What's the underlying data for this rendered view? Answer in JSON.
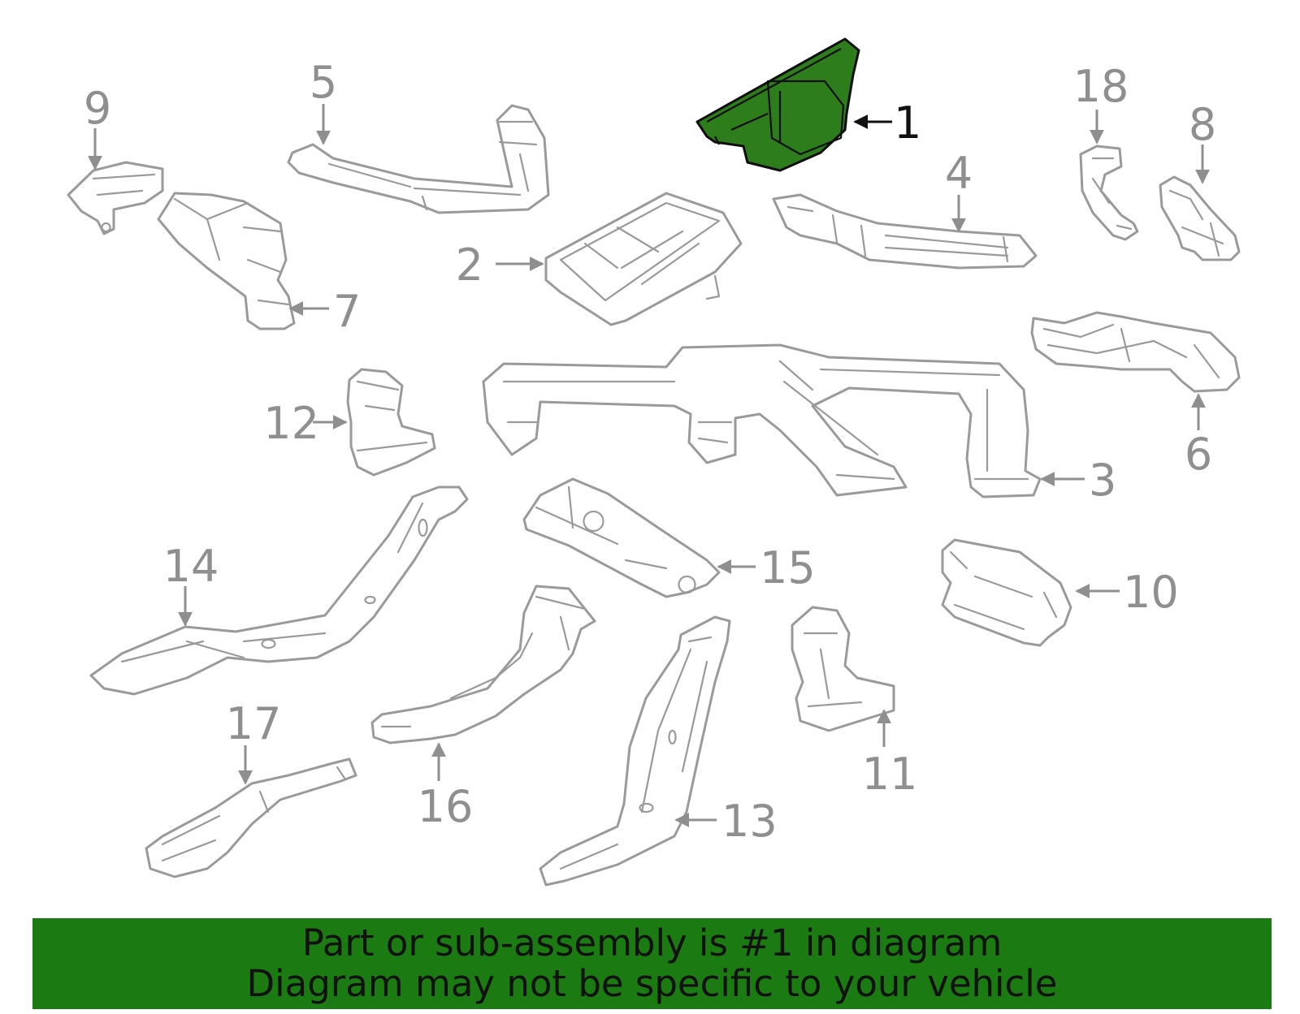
{
  "highlight": {
    "part_number": "1",
    "color": "#2e7d1c"
  },
  "labels": {
    "p1": "1",
    "p2": "2",
    "p3": "3",
    "p4": "4",
    "p5": "5",
    "p6": "6",
    "p7": "7",
    "p8": "8",
    "p9": "9",
    "p10": "10",
    "p11": "11",
    "p12": "12",
    "p13": "13",
    "p14": "14",
    "p15": "15",
    "p16": "16",
    "p17": "17",
    "p18": "18"
  },
  "banner": {
    "line1": "Part or sub-assembly is #1 in diagram",
    "line2": "Diagram may not be specific to your vehicle",
    "background": "#1b7a12"
  }
}
